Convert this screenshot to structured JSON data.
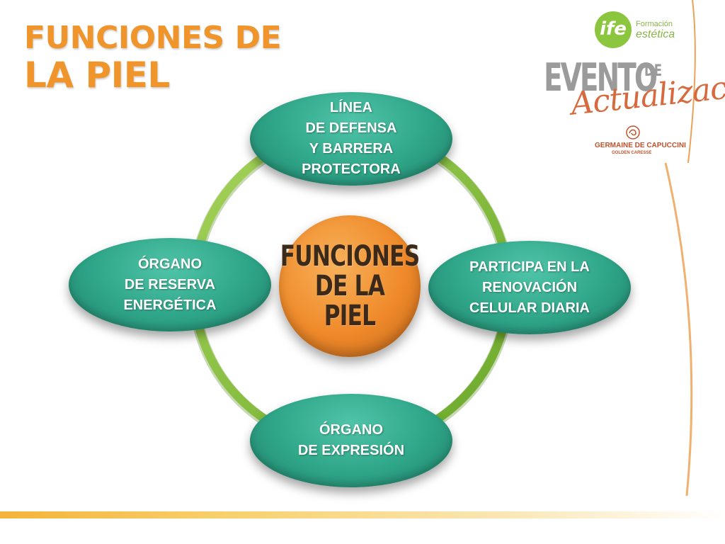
{
  "title": {
    "line1": "FUNCIONES DE",
    "line2": "LA PIEL"
  },
  "logo": {
    "circle_text": "ife",
    "sub1": "Formación",
    "sub2": "estética",
    "evento": "EVENTO",
    "de": "DE",
    "actualizacion": "Actualización",
    "brand": "GERMAINE DE CAPUCCINI",
    "brand_sub": "GOLDEN CARESSE"
  },
  "diagram": {
    "center": {
      "lines": [
        "FUNCIONES",
        "DE LA PIEL"
      ]
    },
    "nodes": [
      {
        "position": "top",
        "lines": [
          "LÍNEA",
          "DE DEFENSA",
          "Y BARRERA",
          "PROTECTORA"
        ]
      },
      {
        "position": "right",
        "lines": [
          "PARTICIPA EN LA",
          "RENOVACIÓN",
          "CELULAR DIARIA"
        ]
      },
      {
        "position": "bottom",
        "lines": [
          "ÓRGANO",
          "DE EXPRESIÓN"
        ]
      },
      {
        "position": "left",
        "lines": [
          "ÓRGANO",
          "DE RESERVA",
          "ENERGÉTICA"
        ]
      }
    ]
  },
  "colors": {
    "title_orange": "#f0942c",
    "node_teal": "#2fa588",
    "ring_green": "#8cc63f",
    "center_orange": "#ef8a2a",
    "bar_gold": "#f4b33a"
  }
}
